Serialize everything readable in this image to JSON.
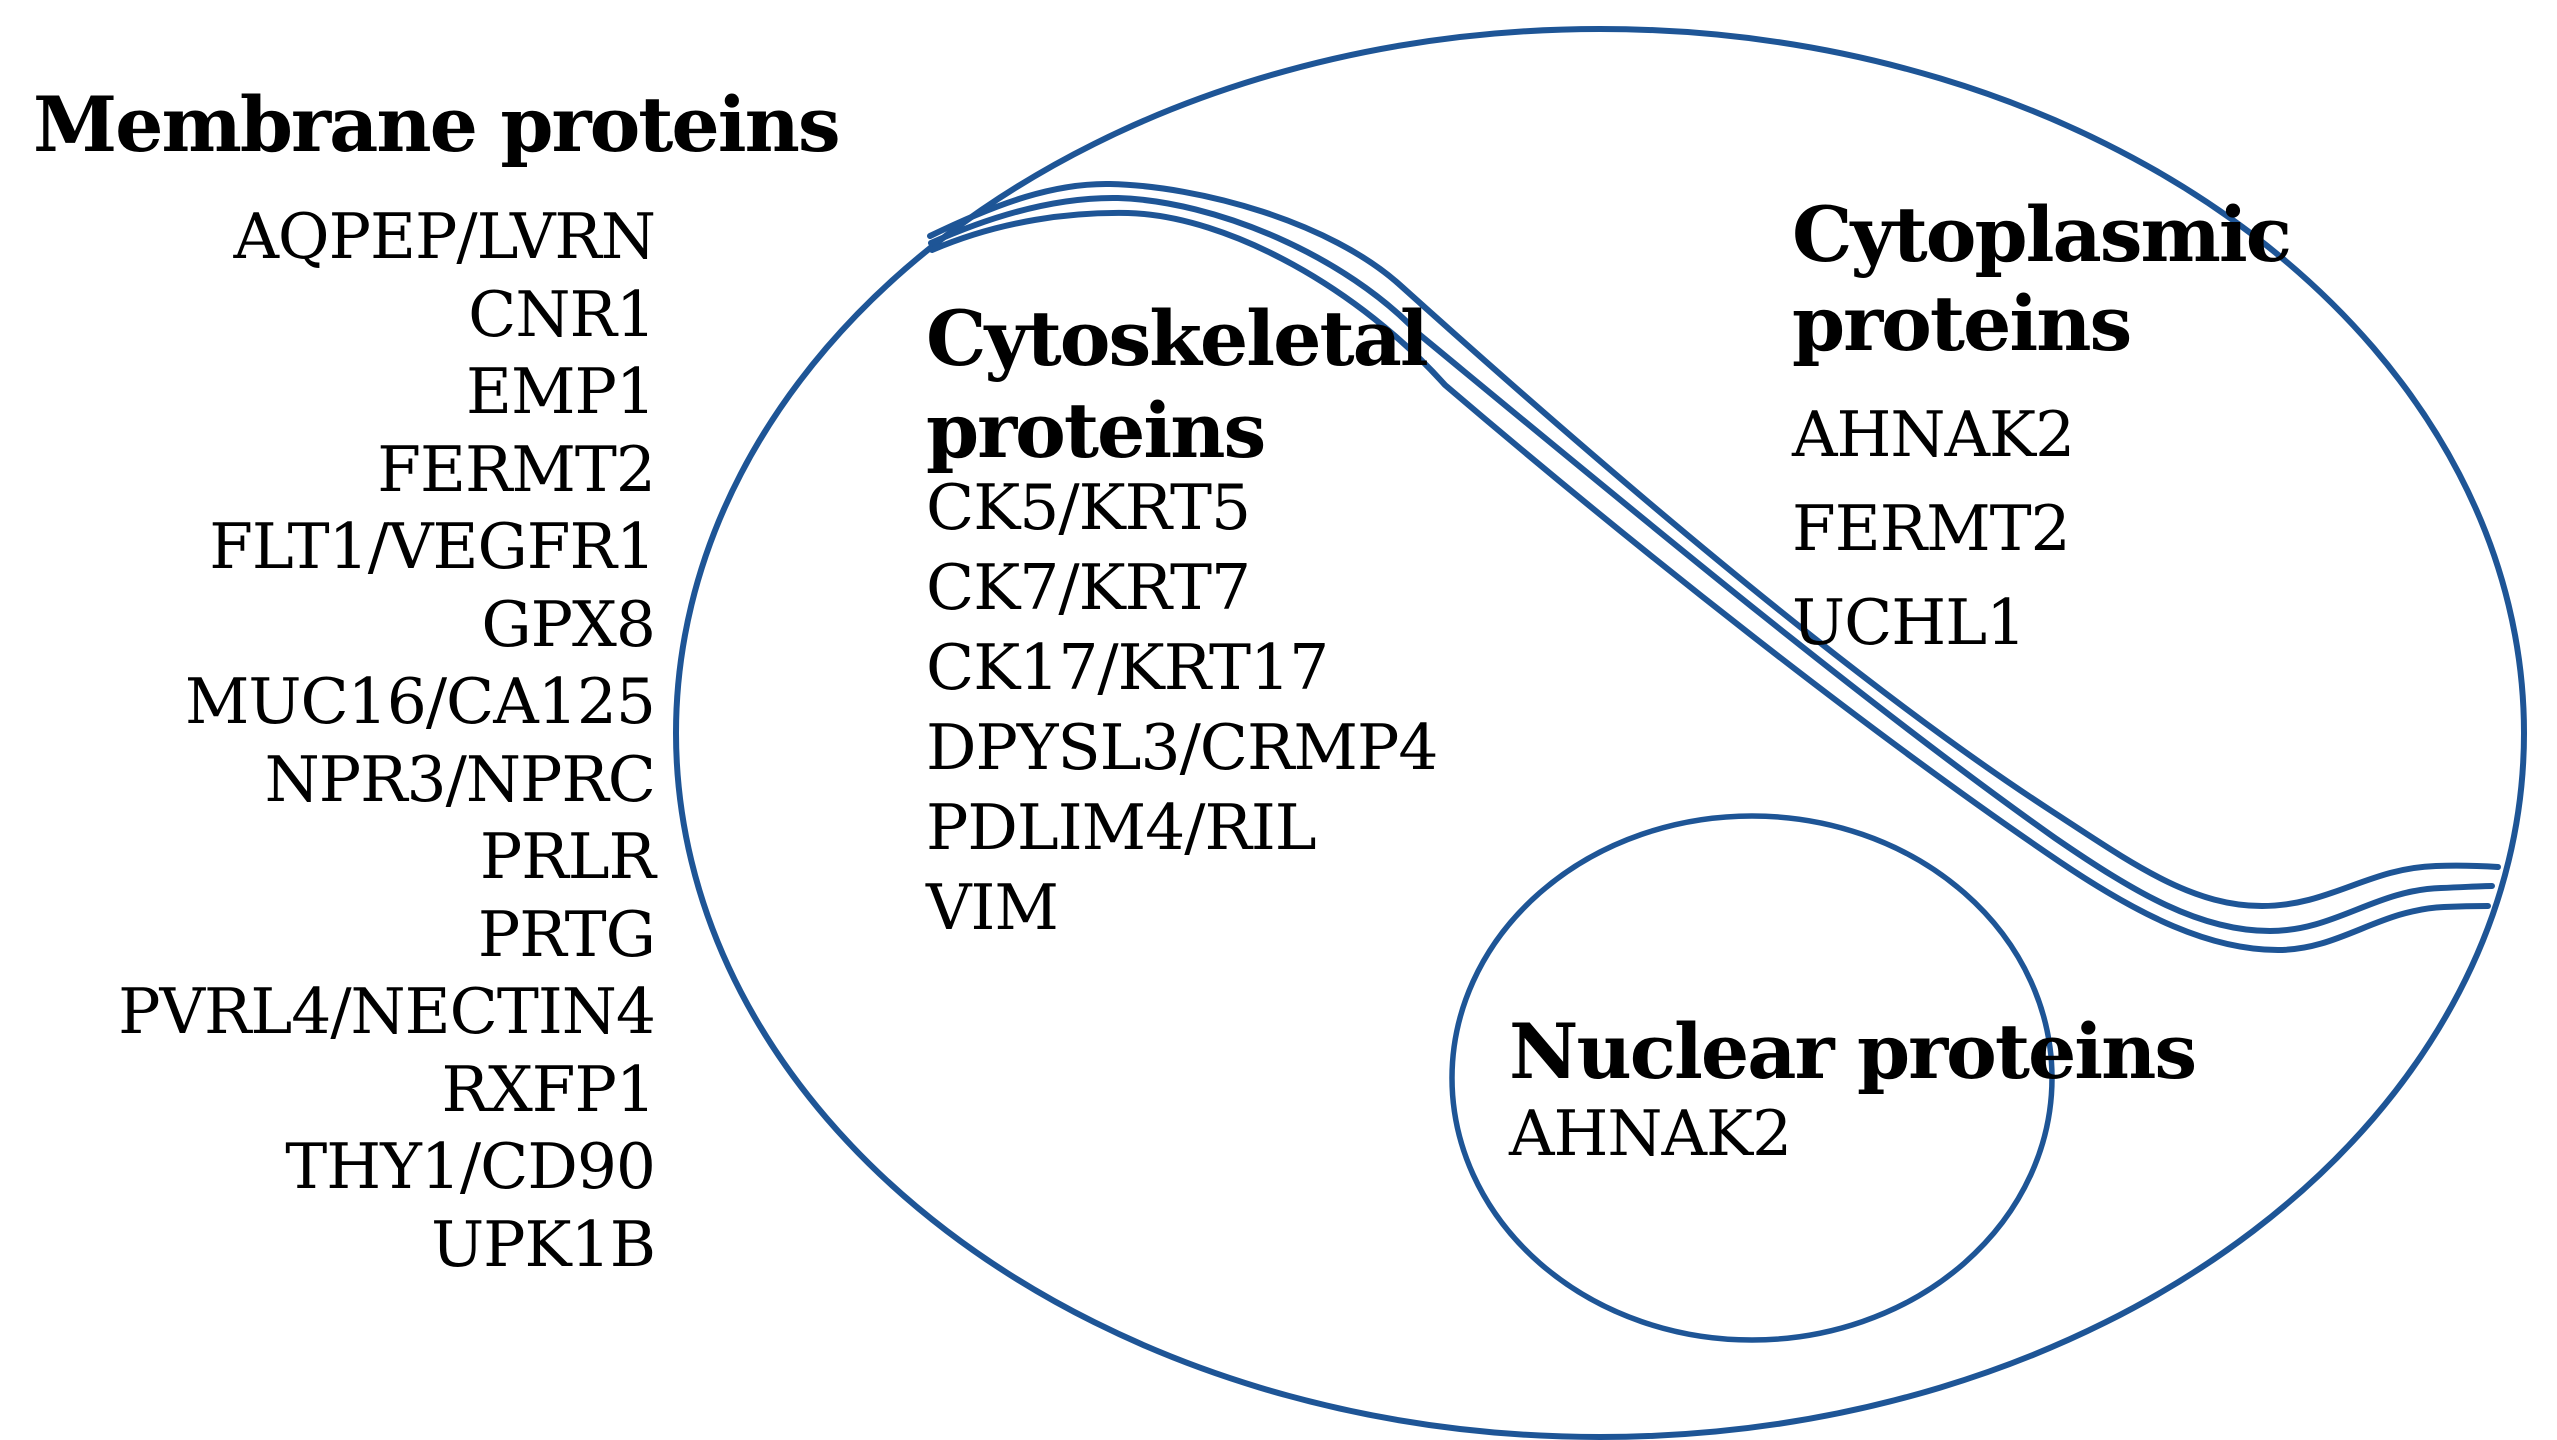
{
  "diagram": {
    "outline_color": "#1E5596",
    "text_color": "#000000",
    "background_color": "#FFFFFF"
  },
  "membrane": {
    "title": "Membrane proteins",
    "items": [
      "AQPEP/LVRN",
      "CNR1",
      "EMP1",
      "FERMT2",
      "FLT1/VEGFR1",
      "GPX8",
      "MUC16/CA125",
      "NPR3/NPRC",
      "PRLR",
      "PRTG",
      "PVRL4/NECTIN4",
      "RXFP1",
      "THY1/CD90",
      "UPK1B"
    ]
  },
  "cytoskeletal": {
    "title_lines": [
      "Cytoskeletal",
      "proteins"
    ],
    "items": [
      "CK5/KRT5",
      "CK7/KRT7",
      "CK17/KRT17",
      "DPYSL3/CRMP4",
      "PDLIM4/RIL",
      "VIM"
    ]
  },
  "cytoplasmic": {
    "title_lines": [
      "Cytoplasmic",
      "proteins"
    ],
    "items": [
      "AHNAK2",
      "FERMT2",
      "UCHL1"
    ]
  },
  "nuclear": {
    "title": "Nuclear proteins",
    "items": [
      "AHNAK2"
    ]
  }
}
